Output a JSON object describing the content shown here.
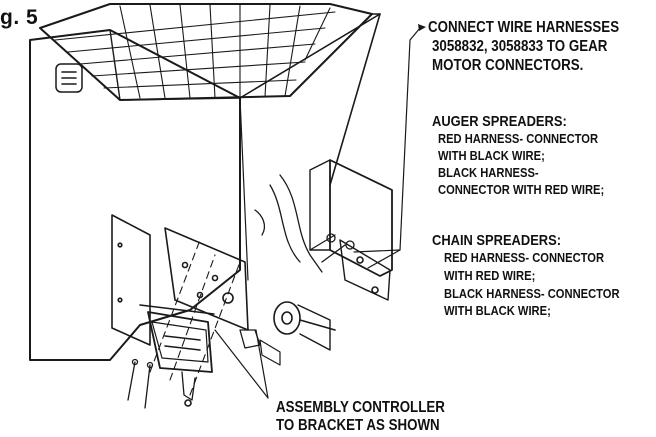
{
  "figure_label": "g. 5",
  "connect_note": [
    "CONNECT WIRE HARNESSES",
    "3058832, 3058833 TO GEAR",
    "MOTOR CONNECTORS."
  ],
  "auger": {
    "heading": "AUGER SPREADERS:",
    "lines": [
      "RED HARNESS- CONNECTOR",
      "WITH BLACK WIRE;",
      "BLACK HARNESS-",
      "CONNECTOR WITH RED WIRE;"
    ]
  },
  "chain": {
    "heading": "CHAIN SPREADERS:",
    "lines": [
      "RED HARNESS- CONNECTOR",
      "WITH RED WIRE;",
      "BLACK HARNESS- CONNECTOR",
      "WITH BLACK WIRE;"
    ]
  },
  "assembly_note": [
    "ASSEMBLY CONTROLLER",
    "TO BRACKET AS SHOWN"
  ]
}
